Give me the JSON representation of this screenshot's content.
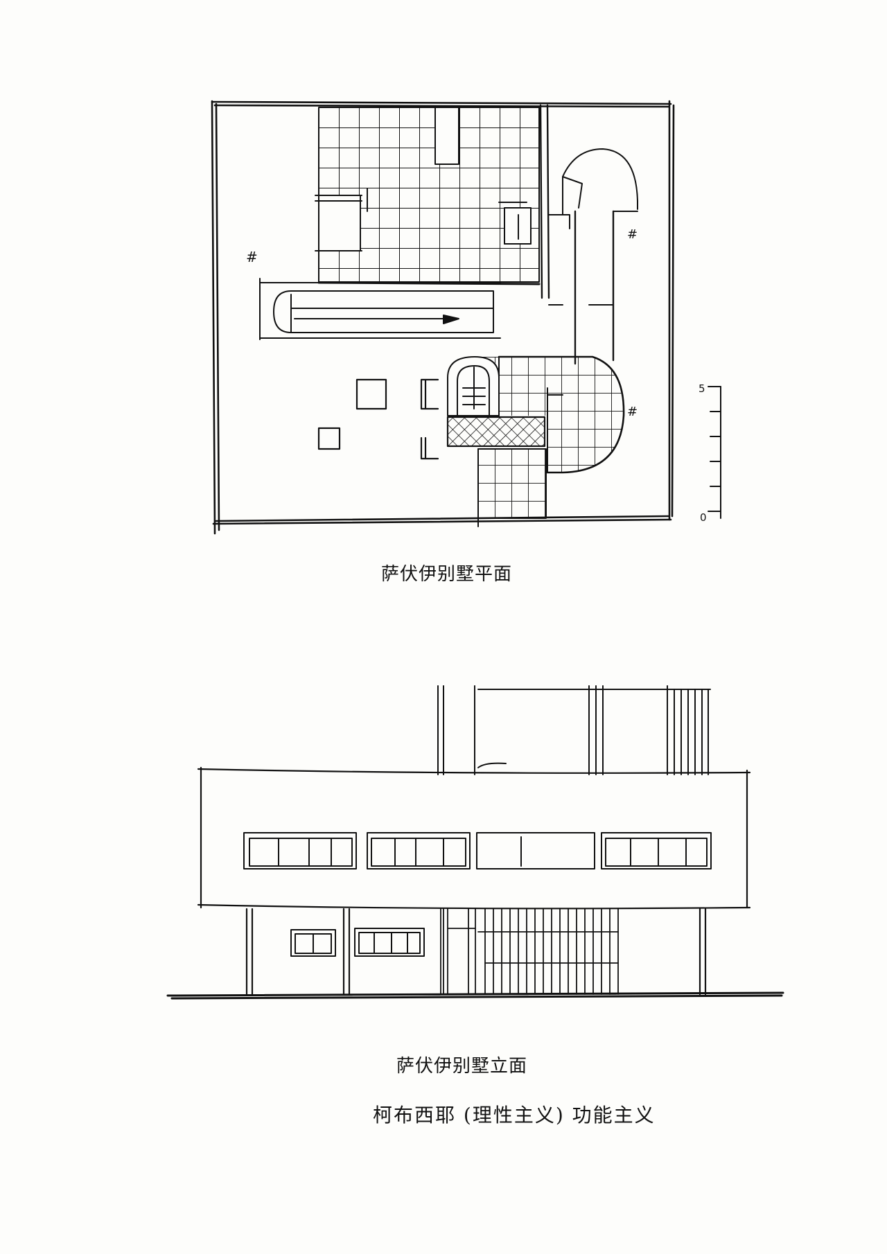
{
  "plan": {
    "caption": "萨伏伊别墅平面",
    "scale_top_label": "5",
    "scale_bottom_label": "0"
  },
  "elevation": {
    "caption": "萨伏伊别墅立面"
  },
  "note": "柯布西耶 (理性主义) 功能主义",
  "colors": {
    "ink": "#111111",
    "paper": "#fdfdfb"
  }
}
